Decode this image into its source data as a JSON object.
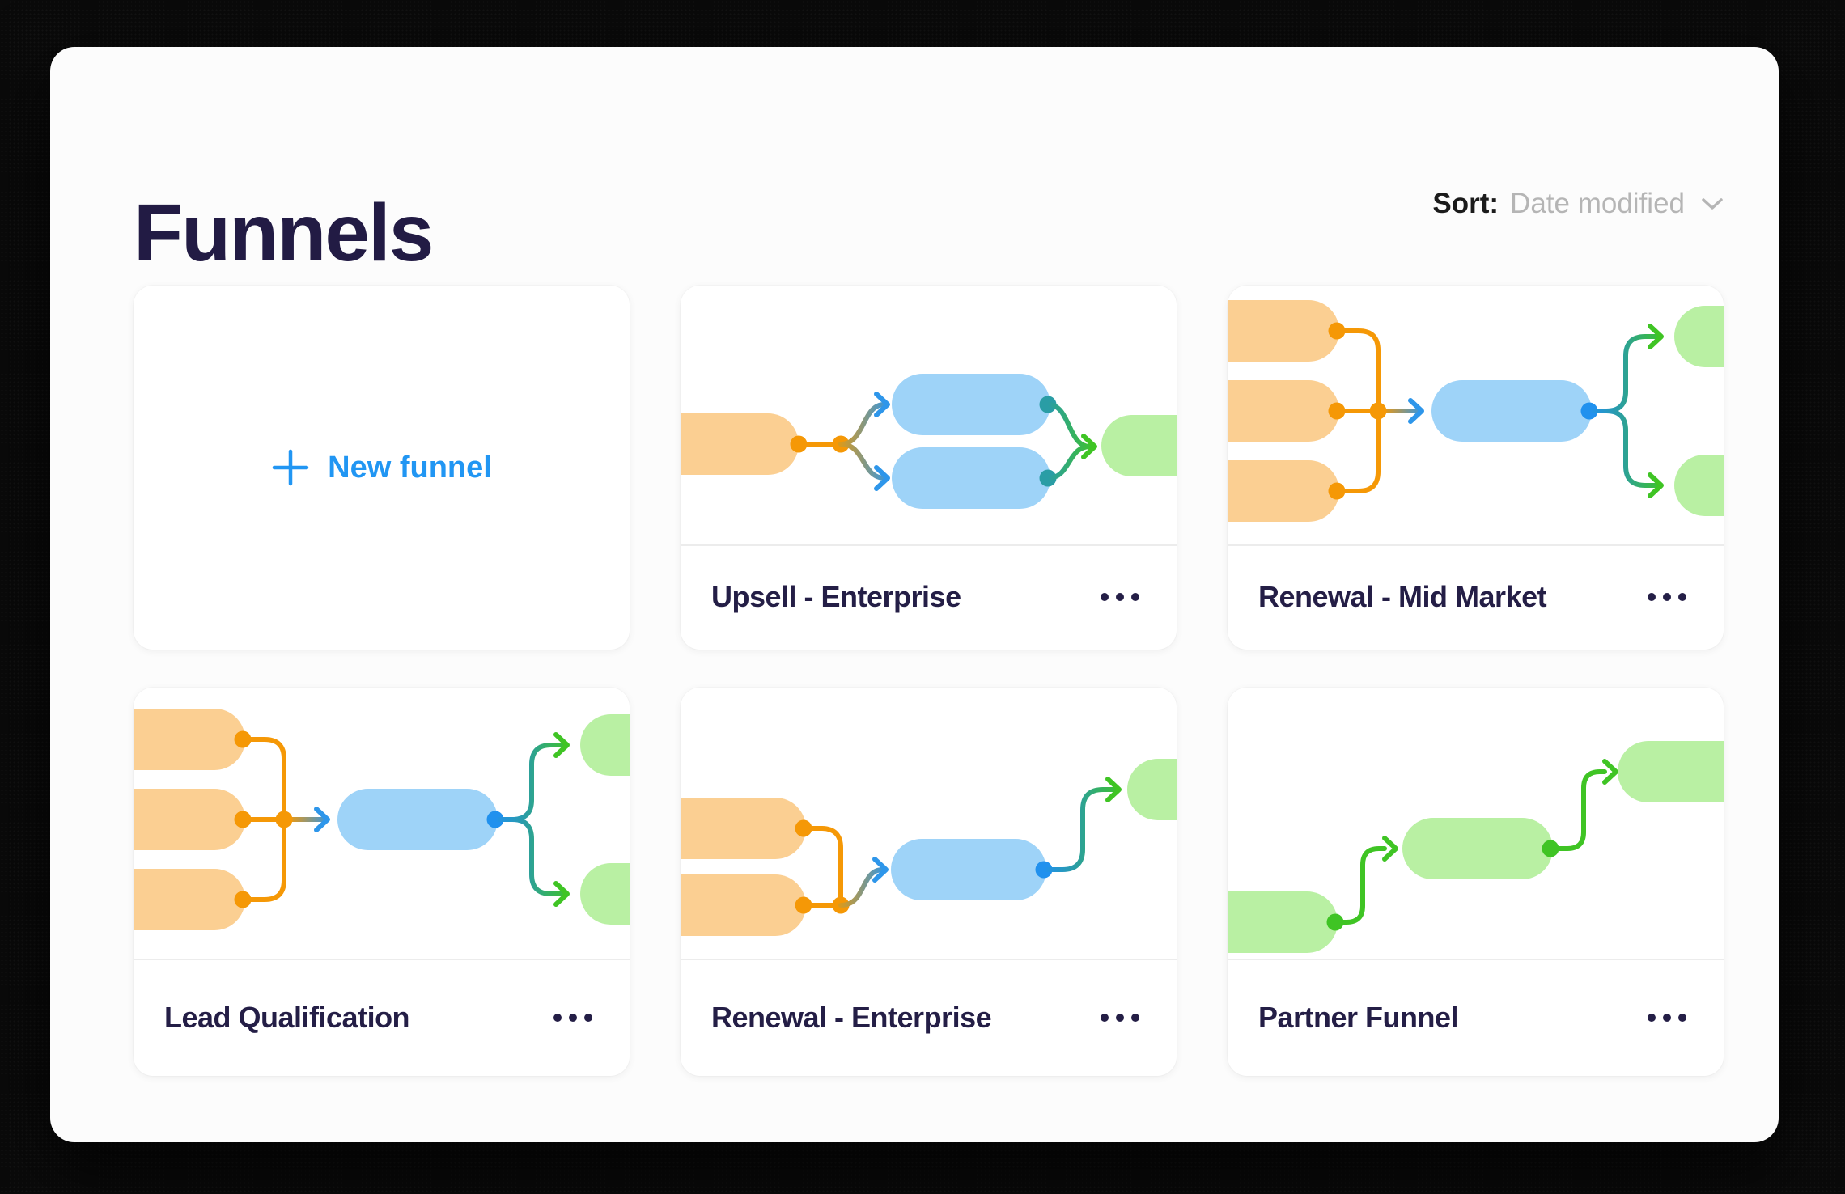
{
  "page": {
    "title": "Funnels"
  },
  "toolbar": {
    "sort_label": "Sort:",
    "sort_value": "Date modified"
  },
  "new_funnel_card": {
    "label": "New funnel"
  },
  "cards": [
    {
      "title": "Upsell - Enterprise",
      "thumbnail": "1 source, 2 parallel stages, 1 outcome"
    },
    {
      "title": "Renewal - Mid Market",
      "thumbnail": "3 sources, 1 stage, 2 outcomes"
    },
    {
      "title": "Lead Qualification",
      "thumbnail": "3 sources, 1 stage, 2 outcomes"
    },
    {
      "title": "Renewal - Enterprise",
      "thumbnail": "2 sources, 1 stage, 1 outcome"
    },
    {
      "title": "Partner Funnel",
      "thumbnail": "3 chained stages"
    }
  ],
  "icons": {
    "new_funnel": "plus-icon",
    "sort": "chevron-down-icon",
    "card_menu": "more-options-icon"
  },
  "colors": {
    "title_text": "#221B44",
    "accent_blue": "#2196F3",
    "muted_text": "#B5B5B5",
    "node_orange_fill": "#FBCF92",
    "node_orange_stroke": "#F59806",
    "node_blue_fill": "#9ED3F8",
    "node_blue_stroke": "#2191EE",
    "node_teal_stroke": "#2A9DA5",
    "node_green_fill": "#B9F0A3",
    "node_green_stroke": "#3FC424"
  }
}
